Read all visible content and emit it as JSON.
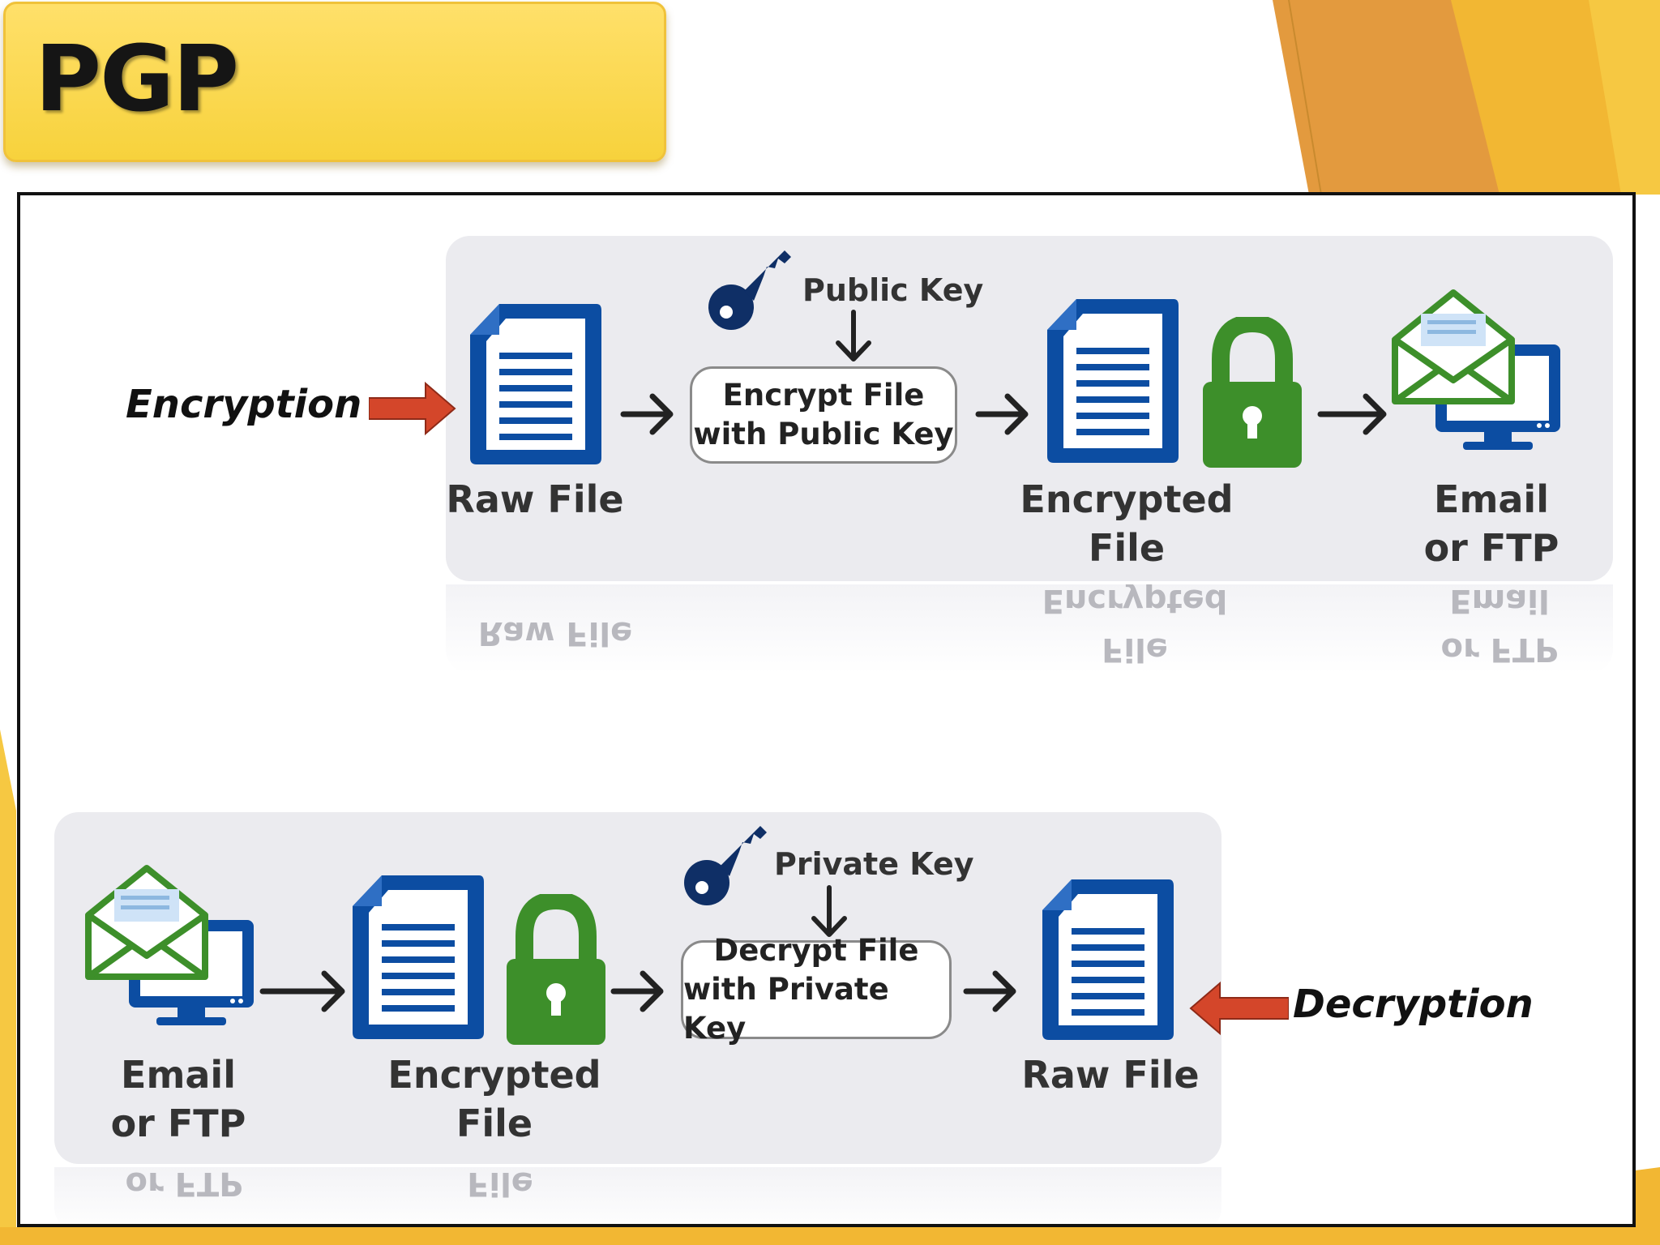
{
  "slide": {
    "title": "PGP"
  },
  "encryption": {
    "side_label": "Encryption",
    "raw_file_label": "Raw File",
    "key_label": "Public Key",
    "step_line1": "Encrypt File",
    "step_line2": "with Public Key",
    "encrypted_line1": "Encrypted",
    "encrypted_line2": "File",
    "dest_line1": "Email",
    "dest_line2": "or FTP"
  },
  "decryption": {
    "side_label": "Decryption",
    "source_line1": "Email",
    "source_line2": "or FTP",
    "encrypted_line1": "Encrypted",
    "encrypted_line2": "File",
    "key_label": "Private Key",
    "step_line1": "Decrypt File",
    "step_line2": "with Private Key",
    "raw_file_label": "Raw File"
  },
  "colors": {
    "document_blue": "#0c4da2",
    "lock_green": "#3d8f2a",
    "key_navy": "#0f2f66",
    "arrow_red": "#d4462a",
    "accent_yellow": "#f7d23c",
    "accent_orange": "#e39a3e"
  }
}
